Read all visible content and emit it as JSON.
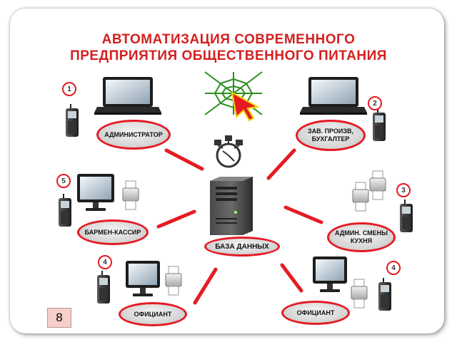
{
  "title": {
    "line1": "АВТОМАТИЗАЦИЯ СОВРЕМЕННОГО",
    "line2": "ПРЕДПРИЯТИЯ ОБЩЕСТВЕННОГО ПИТАНИЯ"
  },
  "roles": {
    "admin": "АДМИНИСТРАТОР",
    "manager_line1": "ЗАВ. ПРОИЗВ,",
    "manager_line2": "БУХГАЛТЕР",
    "cashier": "БАРМЕН-КАССИР",
    "shift_admin_line1": "АДМИН. СМЕНЫ",
    "shift_admin_line2": "КУХНЯ",
    "database": "БАЗА ДАННЫХ",
    "waiter_left": "ОФИЦИАНТ",
    "waiter_right": "ОФИЦИАНТ"
  },
  "badges": {
    "b1": "1",
    "b2": "2",
    "b3": "3",
    "b4_left": "4",
    "b4_right": "4",
    "b5": "5"
  },
  "slide_number": "8",
  "colors": {
    "title": "#d41f1f",
    "connector": "#e51b24",
    "label_fill": "#d8d8d8",
    "slide_number_bg": "#f6cfc8"
  }
}
